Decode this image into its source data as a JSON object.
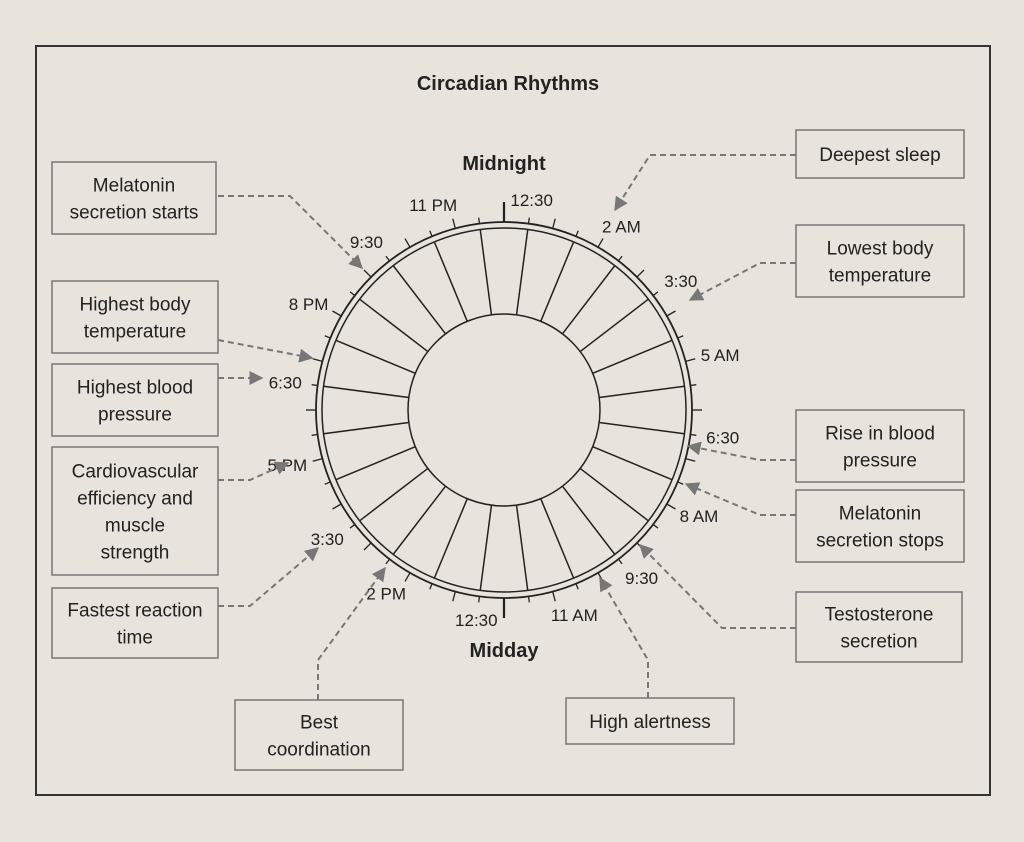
{
  "title": "Circadian Rhythms",
  "top_label": "Midnight",
  "bottom_label": "Midday",
  "clock_labels": [
    "11 PM",
    "12:30",
    "2 AM",
    "3:30",
    "5 AM",
    "6:30",
    "8 AM",
    "9:30",
    "11 AM",
    "12:30",
    "2 PM",
    "3:30",
    "5 PM",
    "6:30",
    "8 PM",
    "9:30"
  ],
  "events": {
    "melatonin_starts": [
      "Melatonin",
      "secretion starts"
    ],
    "highest_body_temp": [
      "Highest body",
      "temperature"
    ],
    "highest_bp": [
      "Highest blood",
      "pressure"
    ],
    "cardio": [
      "Cardiovascular",
      "efficiency and",
      "muscle",
      "strength"
    ],
    "fastest_reaction": [
      "Fastest reaction",
      "time"
    ],
    "best_coordination": [
      "Best",
      "coordination"
    ],
    "high_alertness": [
      "High alertness"
    ],
    "deepest_sleep": [
      "Deepest sleep"
    ],
    "lowest_body_temp": [
      "Lowest body",
      "temperature"
    ],
    "rise_bp": [
      "Rise in blood",
      "pressure"
    ],
    "melatonin_stops": [
      "Melatonin",
      "secretion stops"
    ],
    "testosterone": [
      "Testosterone",
      "secretion"
    ]
  }
}
